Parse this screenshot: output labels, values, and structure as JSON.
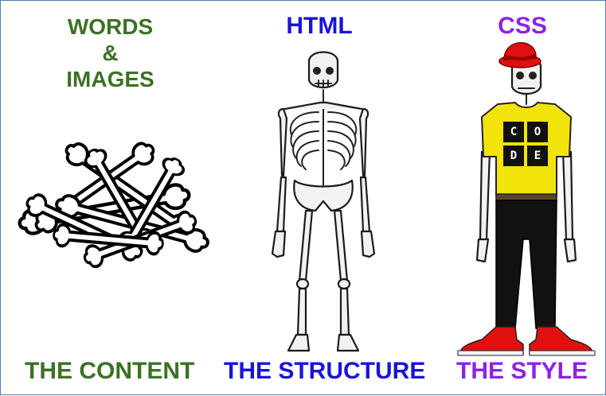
{
  "columns": [
    {
      "key": "content",
      "heading_lines": [
        "WORDS",
        "&",
        "IMAGES"
      ],
      "caption": "THE CONTENT",
      "color": "#3c7125",
      "illustration": "pile-of-bones"
    },
    {
      "key": "structure",
      "heading": "HTML",
      "caption": "THE STRUCTURE",
      "color": "#1a14d8",
      "illustration": "bare-skeleton"
    },
    {
      "key": "style",
      "heading": "CSS",
      "caption": "THE STYLE",
      "color": "#8d22e6",
      "illustration": "dressed-skeleton",
      "shirt_tiles": [
        "C",
        "O",
        "D",
        "E"
      ],
      "shirt_color": "#f2e40b",
      "hat_color": "#e01010",
      "shoe_color": "#e01010",
      "pants_color": "#111111"
    }
  ]
}
